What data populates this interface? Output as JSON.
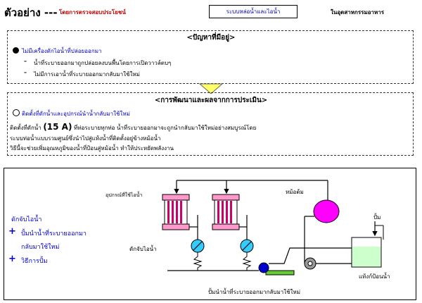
{
  "header": {
    "title": "ตัวอย่าง ---",
    "subtitle_red": "โดยการตรวจสอบประโยชน์",
    "box_label": "ระบบหล่อน้ำและไอน้ำ",
    "right_label": "ในอุตสาหกรรมอาหาร"
  },
  "problem": {
    "heading": "<ปัญหาที่มีอยู่>",
    "bullet": "ไม่มีเครื่องดักไอน้ำที่ปล่อยออกมา",
    "items": [
      "น้ำที่ระบายออกมาถูกปล่อยลงบนพื้นโดยการเปิดวาวล์ตบๆ",
      "ไม่มีการเอาน้ำที่ระบายออกมากลับมาใช้ใหม่"
    ]
  },
  "improvement": {
    "heading": "<การพัฒนาและผลจากการประเมิน>",
    "bullet": "ติดตั้งที่ดักน้ำและอุปกรณ์นำน้ำกลับมาใช้ใหม่",
    "line1_prefix": "ติดตั้งที่ดักน้ำ",
    "line1_bold": "(15 A)",
    "line1_suffix": "ที่ท่อระบายทุกท่อ  น้ำที่ระบายออกมาจะถูกนำกลับมาใช้ใหม่อย่างสมบูรณ์โดย",
    "line2": "ระบบท่อน้ำแบบรวมศูนย์ซึ่งนำไปสู่แท้งน้ำที่ติดตั้งอยู่ข้างหม้อน้ำ",
    "line3": "วิธีนี้จะช่วยเพิ่มอุณหภูมิของน้ำที่ป้อนสู่หม้อน้ำ  ทำให้ประหยัดพลังงาน"
  },
  "diagram": {
    "left_title": "ดักจับไอน้ำ",
    "left_items": [
      "ปั้มนำน้ำที่ระบายออกมา",
      "กลับมาใช้ใหม่",
      "วิธีการปั้ม"
    ],
    "plus": "+",
    "label_equipment": "อุปกรณ์ที่ใช้ไอน้ำ",
    "label_boiler": "หม้อต้ม",
    "label_pump": "ปั้ม",
    "label_trap": "ดักจับไอน้ำ",
    "label_tank": "แท้งก์ป้อนน้ำ",
    "label_return_pump": "ปั้มนำน้ำที่ระบายออกมากลับมาใช้ใหม่"
  },
  "colors": {
    "equipment_fill": "#ff99cc",
    "boiler_fill": "#ff00ff",
    "valve_fill": "#33ccff",
    "pump_fill": "#0000cc",
    "pump_pipe": "#66cc33",
    "arrow_fill": "#ffff66",
    "tank_fill": "#ccffcc",
    "blue_text": "#0000cc",
    "red_text": "#c00000"
  }
}
